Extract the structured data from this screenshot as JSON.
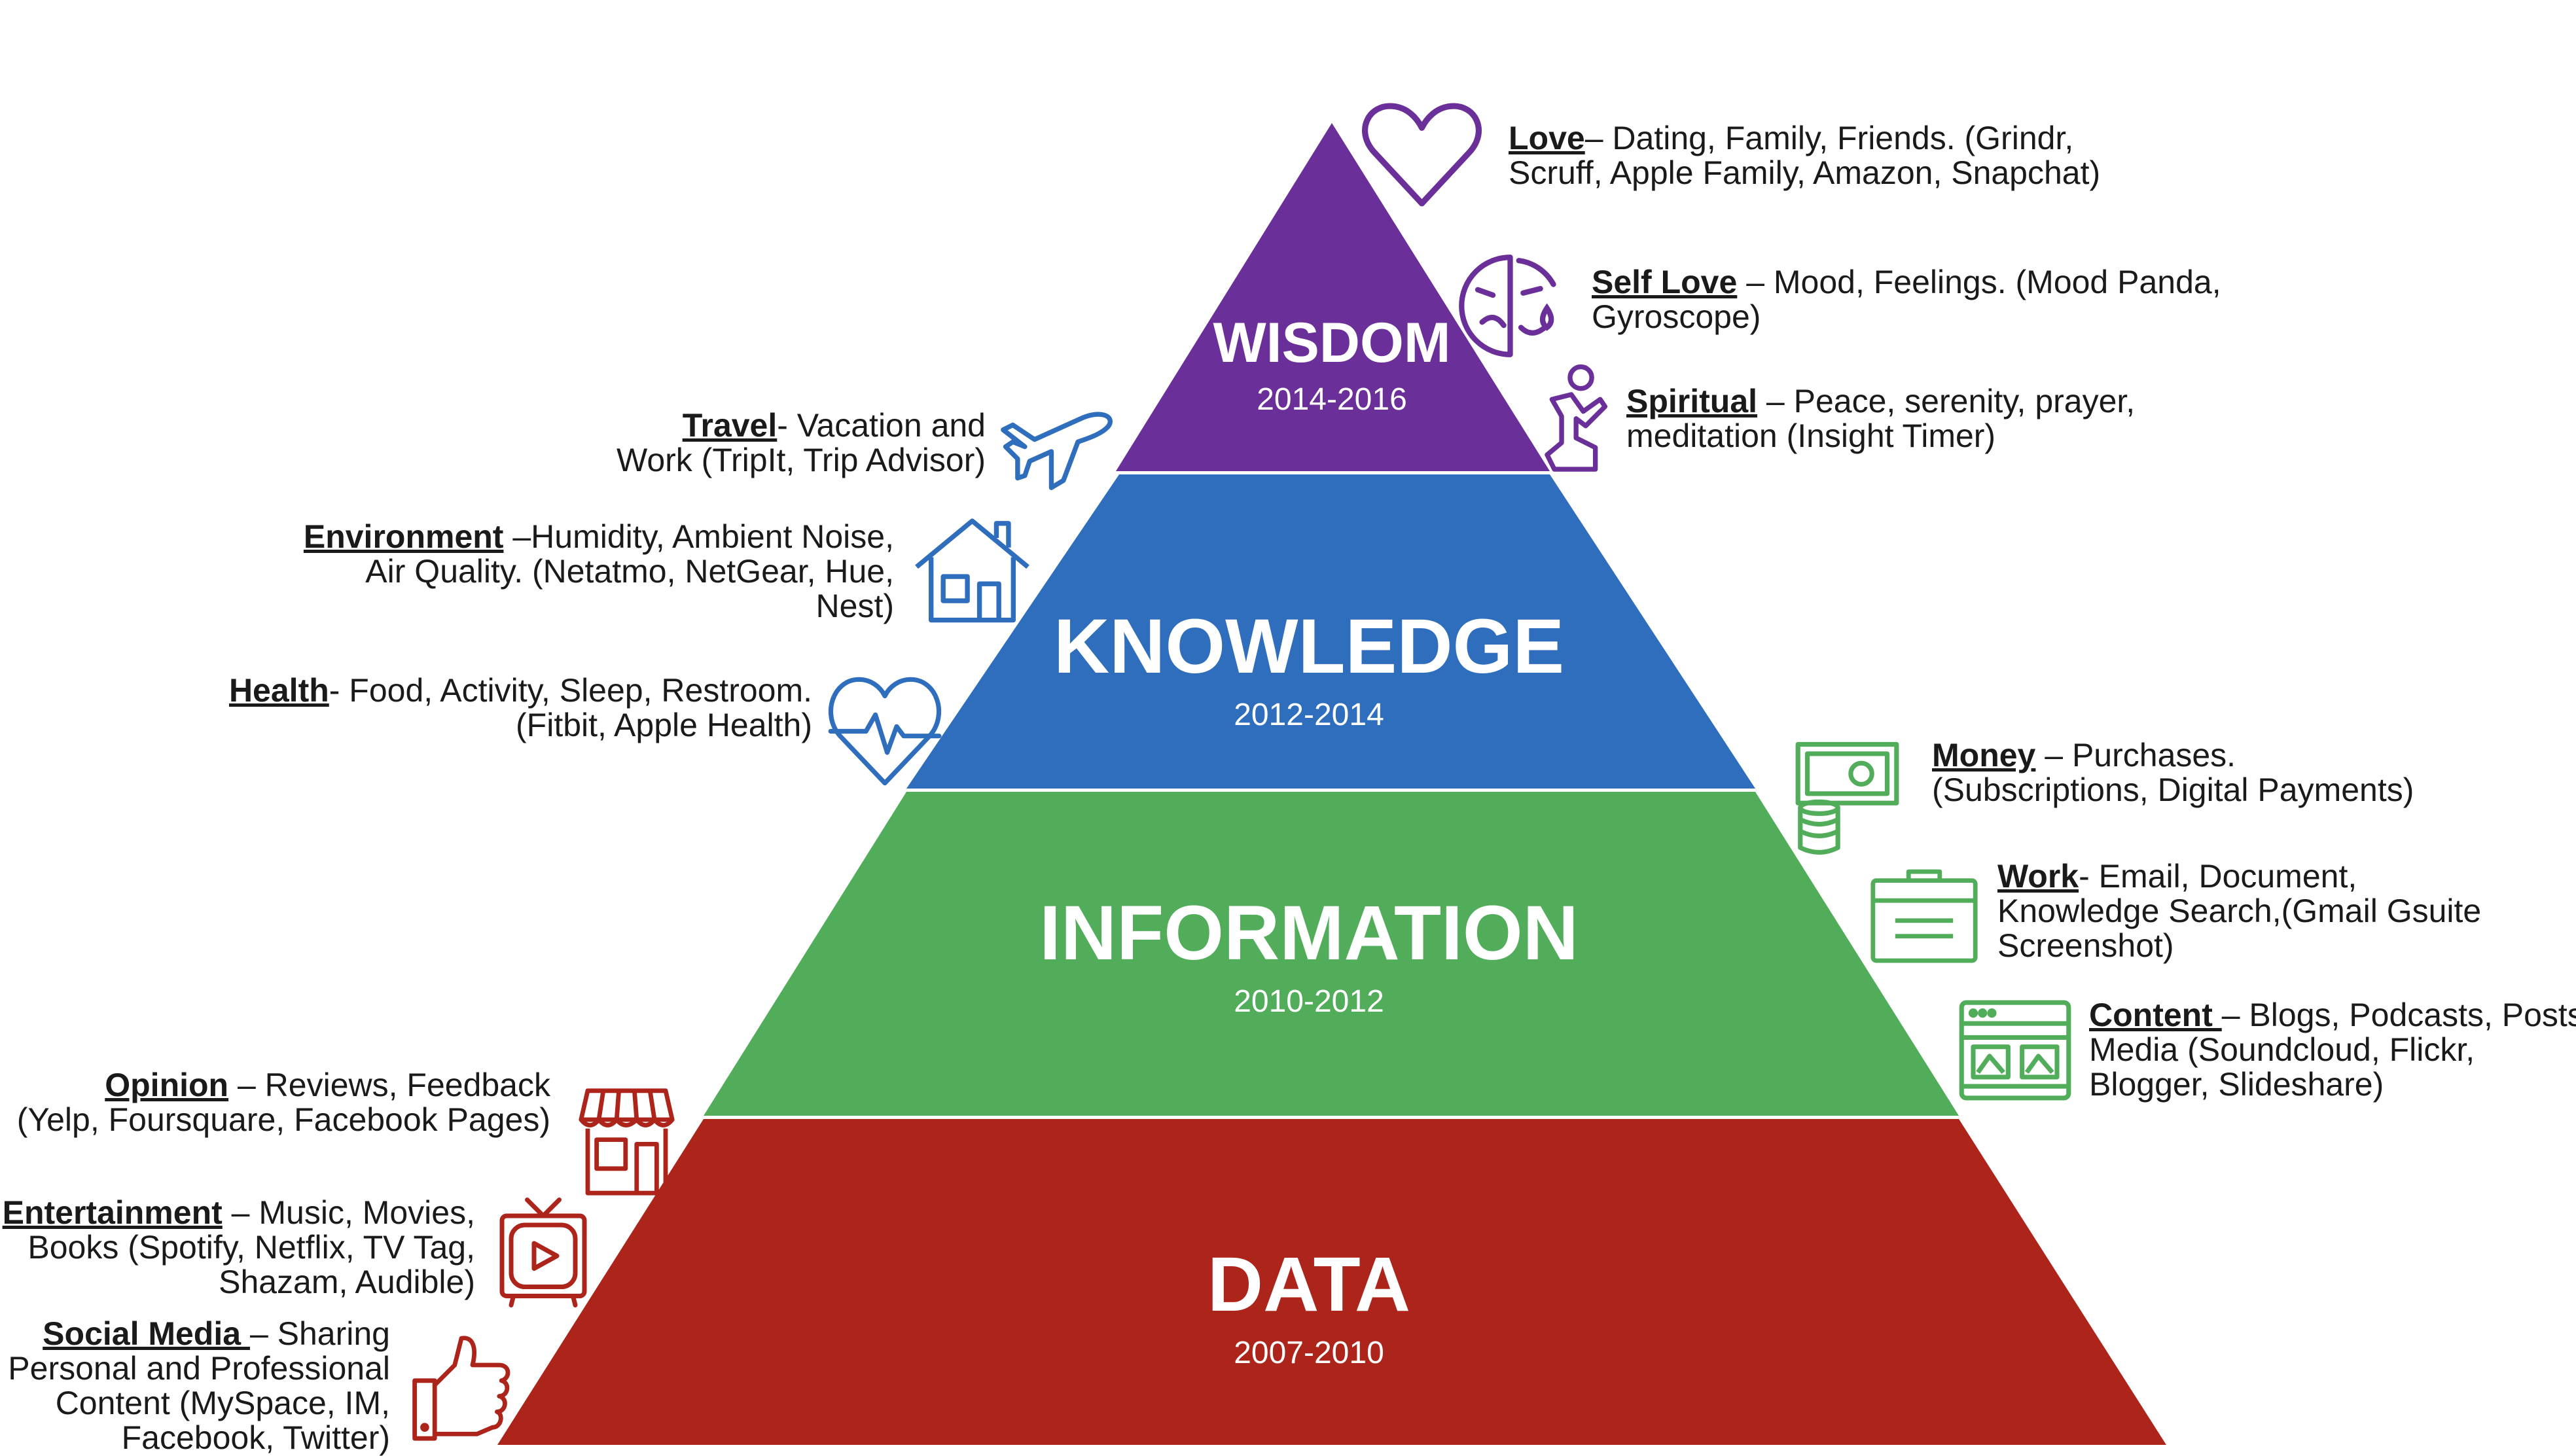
{
  "tiers": [
    {
      "name": "WISDOM",
      "years": "2014-2016",
      "color": "#6b2f9a"
    },
    {
      "name": "KNOWLEDGE",
      "years": "2012-2014",
      "color": "#2f6ebd"
    },
    {
      "name": "INFORMATION",
      "years": "2010-2012",
      "color": "#52ad5b"
    },
    {
      "name": "DATA",
      "years": "2007-2010",
      "color": "#ad241b"
    }
  ],
  "labels": {
    "love": {
      "head": "Love",
      "line1": "– Dating, Family, Friends. (Grindr,",
      "line2": "Scruff, Apple Family, Amazon, Snapchat)"
    },
    "self_love": {
      "head": "Self Love",
      "line1": " – Mood, Feelings. (Mood Panda,",
      "line2": "Gyroscope)"
    },
    "spiritual": {
      "head": "Spiritual",
      "line1": " – Peace, serenity, prayer,",
      "line2": "meditation (Insight Timer)"
    },
    "travel": {
      "head": "Travel",
      "line1": "-  Vacation and",
      "line2": "Work (TripIt, Trip Advisor)"
    },
    "environment": {
      "head": "Environment",
      "line1": " –Humidity, Ambient Noise,",
      "line2": "Air Quality. (Netatmo, NetGear, Hue,",
      "line3": "Nest)"
    },
    "health": {
      "head": "Health",
      "line1": "- Food, Activity, Sleep, Restroom.",
      "line2": "(Fitbit, Apple Health)"
    },
    "money": {
      "head": "Money",
      "line1": " – Purchases.",
      "line2": "(Subscriptions, Digital Payments)"
    },
    "work": {
      "head": "Work",
      "line1": "- Email, Document,",
      "line2": "Knowledge Search,(Gmail Gsuite",
      "line3": "Screenshot)"
    },
    "content": {
      "head": "Content ",
      "line1": "– Blogs, Podcasts, Posts,",
      "line2": "Media (Soundcloud, Flickr,",
      "line3": "Blogger, Slideshare)"
    },
    "opinion": {
      "head": "Opinion",
      "line1": " – Reviews, Feedback",
      "line2": "(Yelp, Foursquare, Facebook Pages)"
    },
    "entertainment": {
      "head": "Entertainment",
      "line1": " – Music, Movies,",
      "line2": "Books (Spotify, Netflix, TV Tag,",
      "line3": "Shazam, Audible)"
    },
    "social_media": {
      "head": "Social Media ",
      "line1": "– Sharing",
      "line2": "Personal and Professional",
      "line3": "Content (MySpace, IM,",
      "line4": "Facebook, Twitter)"
    }
  },
  "icons": {
    "love": "heart-icon",
    "self_love": "mood-face-icon",
    "spiritual": "praying-person-icon",
    "travel": "airplane-icon",
    "environment": "house-icon",
    "health": "heartbeat-icon",
    "money": "money-icon",
    "work": "briefcase-icon",
    "content": "browser-media-icon",
    "opinion": "storefront-icon",
    "entertainment": "television-icon",
    "social_media": "thumbs-up-icon"
  }
}
